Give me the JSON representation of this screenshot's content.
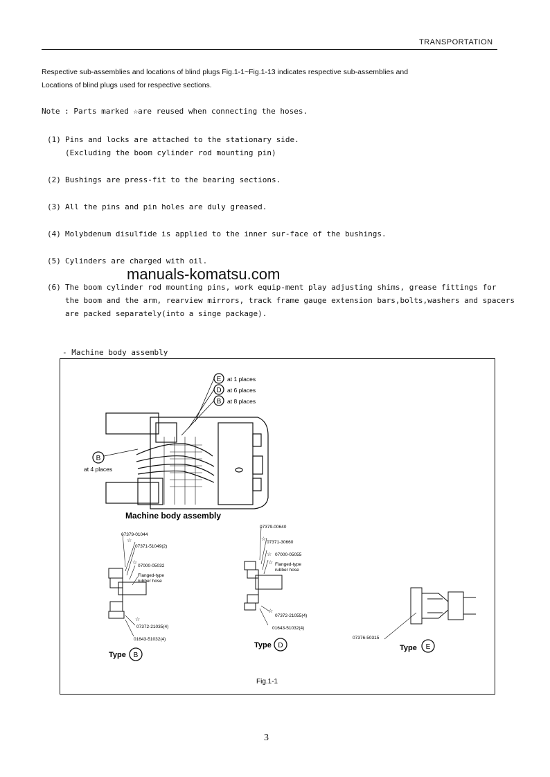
{
  "header": {
    "title": "TRANSPORTATION"
  },
  "intro": {
    "line1": "Respective sub-assemblies and locations of blind plugs Fig.1-1~Fig.1-13 indicates respective sub-assemblies and",
    "line2": "Locations of blind plugs used for respective sections."
  },
  "note": "Note : Parts marked ☆are reused when connecting the hoses.",
  "items": [
    {
      "num": "(1)",
      "text": "Pins and locks are attached to the stationary side.",
      "cont": "(Excluding the boom cylinder rod mounting pin)"
    },
    {
      "num": "(2)",
      "text": "Bushings are press-fit to the bearing sections."
    },
    {
      "num": "(3)",
      "text": "All the pins and pin holes are duly greased."
    },
    {
      "num": "(4)",
      "text": "Molybdenum disulfide is applied to the inner sur-face of the bushings."
    },
    {
      "num": "(5)",
      "text": "Cylinders are charged with oil."
    },
    {
      "num": "(6)",
      "text": "The boom cylinder rod mounting pins, work equip-ment play adjusting shims, grease fittings for",
      "cont": "the boom and the arm, rearview mirrors, track frame gauge extension bars,bolts,washers and spacers",
      "cont2": "are packed separately(into a singe package)."
    }
  ],
  "watermark": "manuals-komatsu.com",
  "figure": {
    "caption": "- Machine body assembly",
    "legend": [
      {
        "letter": "E",
        "text": "at 1 places"
      },
      {
        "letter": "D",
        "text": "at 6 places"
      },
      {
        "letter": "B",
        "text": "at 8 places"
      }
    ],
    "left_callout": {
      "letter": "B",
      "text": "at 4 places"
    },
    "assembly_title": "Machine body assembly",
    "typeB": {
      "label": "Type",
      "letter": "B",
      "parts": [
        "07379-01044",
        "07371-51049(2)",
        "07000-05032",
        "Flanged-type",
        "rubber hose",
        "07372-21035(4)",
        "01643-51032(4)"
      ]
    },
    "typeD": {
      "label": "Type",
      "letter": "D",
      "parts": [
        "07379-00640",
        "07371-30660",
        "07000-05055",
        "Flanged-type",
        "rubber hose",
        "07372-21055(4)",
        "01643-51032(4)"
      ]
    },
    "typeE": {
      "label": "Type",
      "letter": "E",
      "parts": [
        "07376-50315"
      ]
    },
    "fig_label": "Fig.1-1"
  },
  "page_number": "3"
}
